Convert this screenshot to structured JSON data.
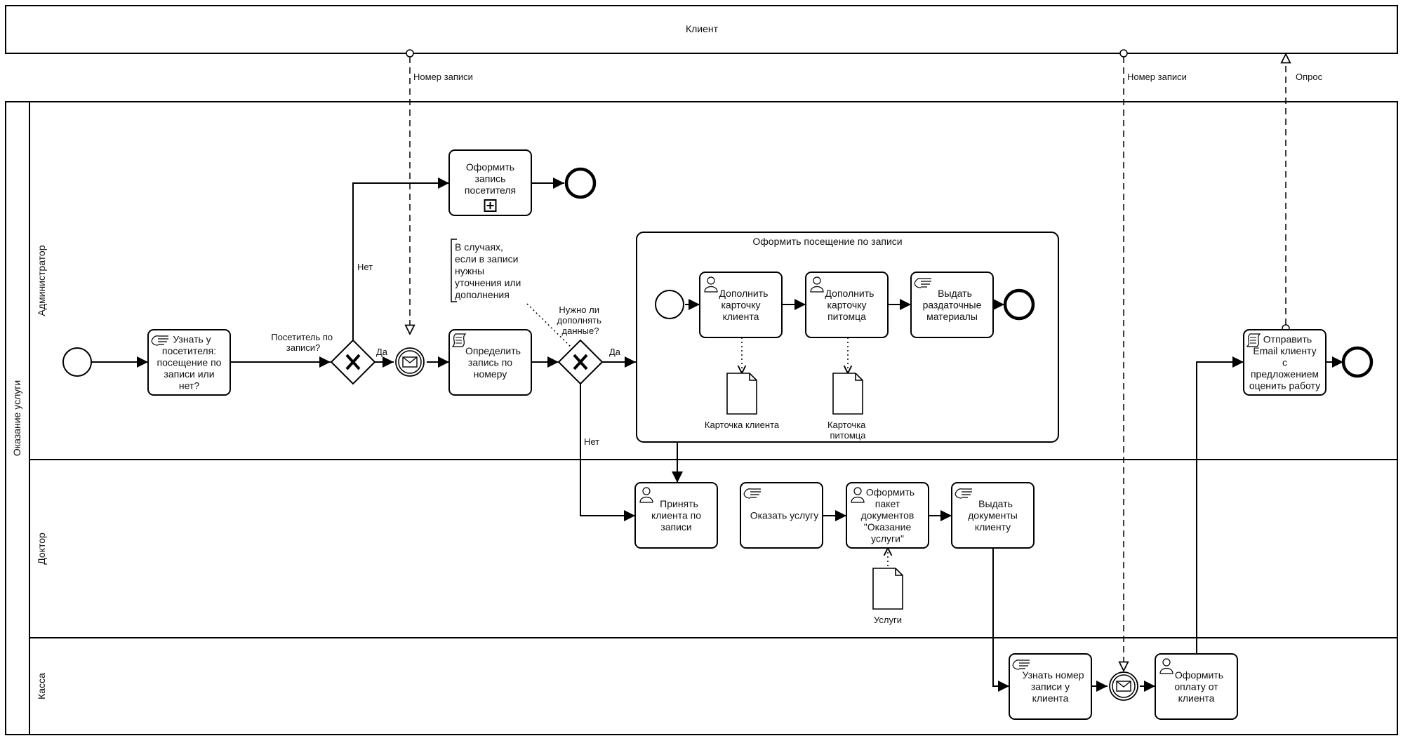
{
  "pool_external": {
    "label": "Клиент"
  },
  "pool_main": {
    "label": "Оказание услуги"
  },
  "lanes": {
    "admin": "Администратор",
    "doctor": "Доктор",
    "cashier": "Касса"
  },
  "tasks": {
    "ask_visitor": [
      "Узнать у",
      "посетителя:",
      "посещение по",
      "записи или",
      "нет?"
    ],
    "register_visitor": [
      "Оформить",
      "запись",
      "посетителя"
    ],
    "find_record": [
      "Определить",
      "запись по",
      "номеру"
    ],
    "fill_client_card": [
      "Дополнить",
      "карточку",
      "клиента"
    ],
    "fill_pet_card": [
      "Дополнить",
      "карточку",
      "питомца"
    ],
    "handouts": [
      "Выдать",
      "раздаточные",
      "материалы"
    ],
    "send_email": [
      "Отправить",
      "Email клиенту",
      "с",
      "предложением",
      "оценить работу"
    ],
    "accept_client": [
      "Принять",
      "клиента по",
      "записи"
    ],
    "provide_service": [
      "Оказать услугу"
    ],
    "docs_package": [
      "Оформить",
      "пакет",
      "документов",
      "\"Оказание",
      "услуги\""
    ],
    "give_docs": [
      "Выдать",
      "документы",
      "клиенту"
    ],
    "ask_record_number": [
      "Узнать номер",
      "записи у",
      "клиента"
    ],
    "payment": [
      "Оформить",
      "оплату от",
      "клиента"
    ]
  },
  "subprocess": {
    "title": "Оформить посещение по записи"
  },
  "gateways": {
    "by_record_q": [
      "Посетитель по",
      "записи?"
    ],
    "need_data_q": [
      "Нужно ли",
      "дополнять",
      "данные?"
    ]
  },
  "flow_labels": {
    "yes_1": "Да",
    "no_1": "Нет",
    "yes_2": "Да",
    "no_2": "Нет"
  },
  "messages": {
    "record_number_1": "Номер записи",
    "record_number_2": "Номер записи",
    "survey": "Опрос"
  },
  "annotation": [
    "В случаях,",
    "если в записи",
    "нужны",
    "уточнения или",
    "дополнения"
  ],
  "data_objects": {
    "client_card": [
      "Карточка клиента"
    ],
    "pet_card": [
      "Карточка",
      "питомца"
    ],
    "services": [
      "Услуги"
    ]
  }
}
